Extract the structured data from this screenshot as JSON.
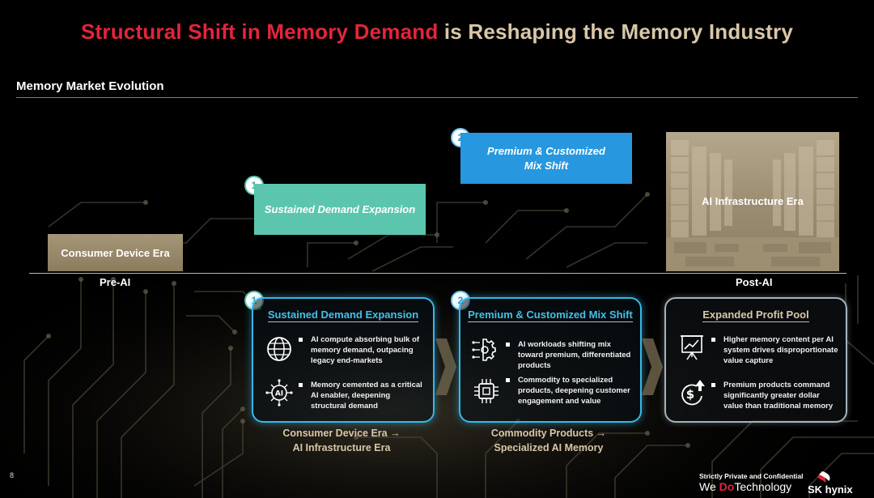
{
  "title": {
    "highlight": "Structural Shift in Memory Demand",
    "rest": " is Reshaping the Memory Industry"
  },
  "section": {
    "label": "Memory Market Evolution"
  },
  "colors": {
    "title_red": "#e3253a",
    "title_beige": "#d8c7a8",
    "teal": "#5bc6ad",
    "blue": "#2797df",
    "card_border": "#36b8e8"
  },
  "timeline": {
    "pre_label": "Pre-AI",
    "post_label": "Post-AI",
    "blocks": [
      {
        "label": "Consumer Device Era"
      },
      {
        "badge": "1",
        "label": "Sustained Demand Expansion"
      },
      {
        "badge": "2",
        "label": "Premium & Customized Mix Shift"
      },
      {
        "label": "AI Infrastructure Era"
      }
    ]
  },
  "cards": [
    {
      "badge": "1",
      "title": "Sustained Demand Expansion",
      "bullets": [
        {
          "icon": "globe-icon",
          "text": "AI compute absorbing bulk of memory demand, outpacing legacy end-markets"
        },
        {
          "icon": "ai-chip-icon",
          "text": "Memory cemented as a critical AI enabler, deepening structural demand"
        }
      ]
    },
    {
      "badge": "2",
      "title": "Premium & Customized Mix Shift",
      "bullets": [
        {
          "icon": "gear-circuit-icon",
          "text": "AI workloads shifting mix toward premium, differentiated products"
        },
        {
          "icon": "chip-icon",
          "text": "Commodity to specialized products, deepening customer engagement and value"
        }
      ]
    },
    {
      "title": "Expanded Profit Pool",
      "bullets": [
        {
          "icon": "presentation-chart-icon",
          "text": "Higher memory content per AI system drives disproportionate value capture"
        },
        {
          "icon": "dollar-growth-icon",
          "text": "Premium products command significantly greater dollar value than traditional memory"
        }
      ]
    }
  ],
  "captions": [
    {
      "line1": "Consumer Device Era →",
      "line2": "AI Infrastructure Era"
    },
    {
      "line1": "Commodity Products →",
      "line2": "Specialized AI Memory"
    }
  ],
  "footer": {
    "page_number": "8",
    "confidential": "Strictly Private and Confidential",
    "tagline_pre": "We ",
    "tagline_do": "Do",
    "tagline_post": "Technology",
    "logo_text": "SK hynix"
  }
}
